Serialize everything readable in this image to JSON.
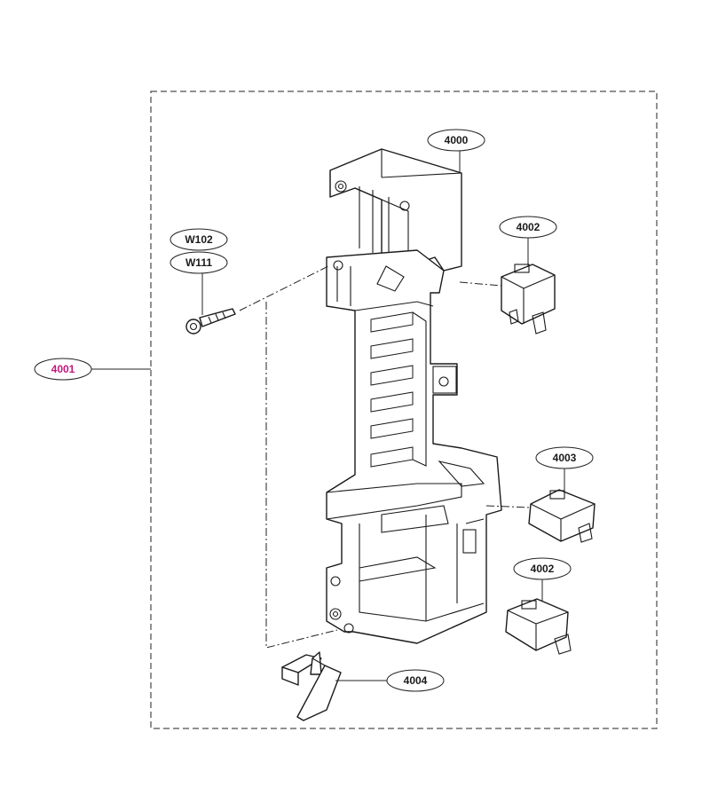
{
  "diagram": {
    "callouts": {
      "assembly": "4001",
      "latch_board": "4000",
      "switch_top": "4002",
      "switch_middle": "4003",
      "switch_bottom": "4002",
      "lever": "4004",
      "screw_a": "W102",
      "screw_b": "W111"
    },
    "colors": {
      "line": "#1a1a1a",
      "assembly_callout": "#c2187a",
      "background": "#ffffff"
    }
  }
}
